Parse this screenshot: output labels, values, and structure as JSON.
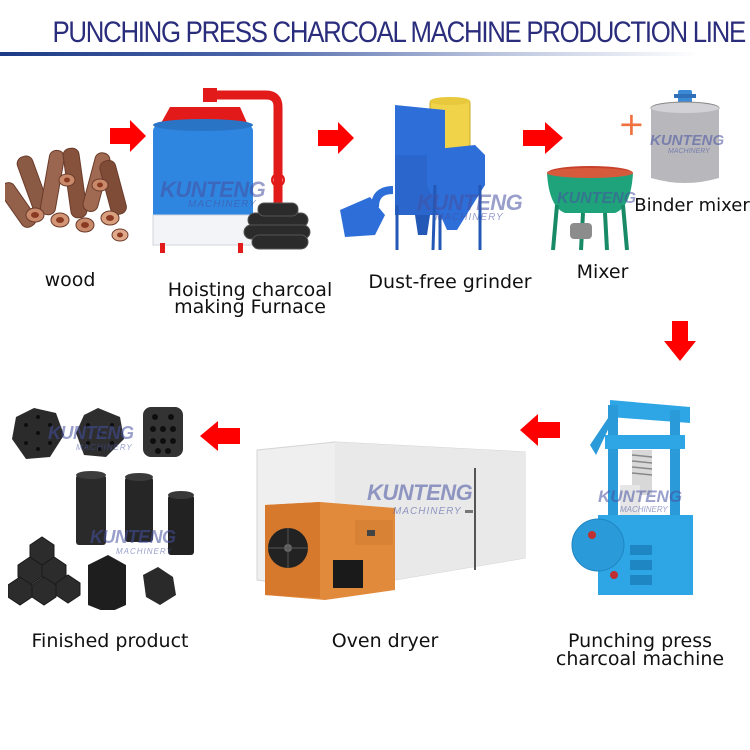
{
  "title": "PUNCHING PRESS CHARCOAL MACHINE  PRODUCTION LINE",
  "colors": {
    "title": "#2a2d7c",
    "arrow": "#ff0000",
    "plus": "#f07040",
    "furnace_body": "#2f86e0",
    "furnace_red": "#e21a1a",
    "grinder_blue": "#2d6ed8",
    "grinder_yellow": "#f1d34a",
    "mixer_green": "#1fa37a",
    "binder_gray": "#b8b8bc",
    "press_blue": "#2ea6e6",
    "dryer_orange": "#e28a3c",
    "dryer_panel": "#ececec",
    "charcoal": "#2a2a2a"
  },
  "watermark": {
    "brand": "KUNTENG",
    "sub": "MACHINERY"
  },
  "steps": [
    {
      "id": "wood",
      "label": "wood"
    },
    {
      "id": "furnace",
      "label_line1": "Hoisting charcoal",
      "label_line2": "making Furnace"
    },
    {
      "id": "grinder",
      "label": "Dust-free grinder"
    },
    {
      "id": "mixer",
      "label": "Mixer"
    },
    {
      "id": "binder",
      "label": "Binder mixer"
    },
    {
      "id": "press",
      "label_line1": "Punching press",
      "label_line2": "charcoal machine"
    },
    {
      "id": "dryer",
      "label": "Oven dryer"
    },
    {
      "id": "product",
      "label": "Finished product"
    }
  ],
  "plus_symbol": "+",
  "flow": [
    "wood",
    "furnace",
    "grinder",
    "mixer+binder",
    "press",
    "dryer",
    "product"
  ]
}
